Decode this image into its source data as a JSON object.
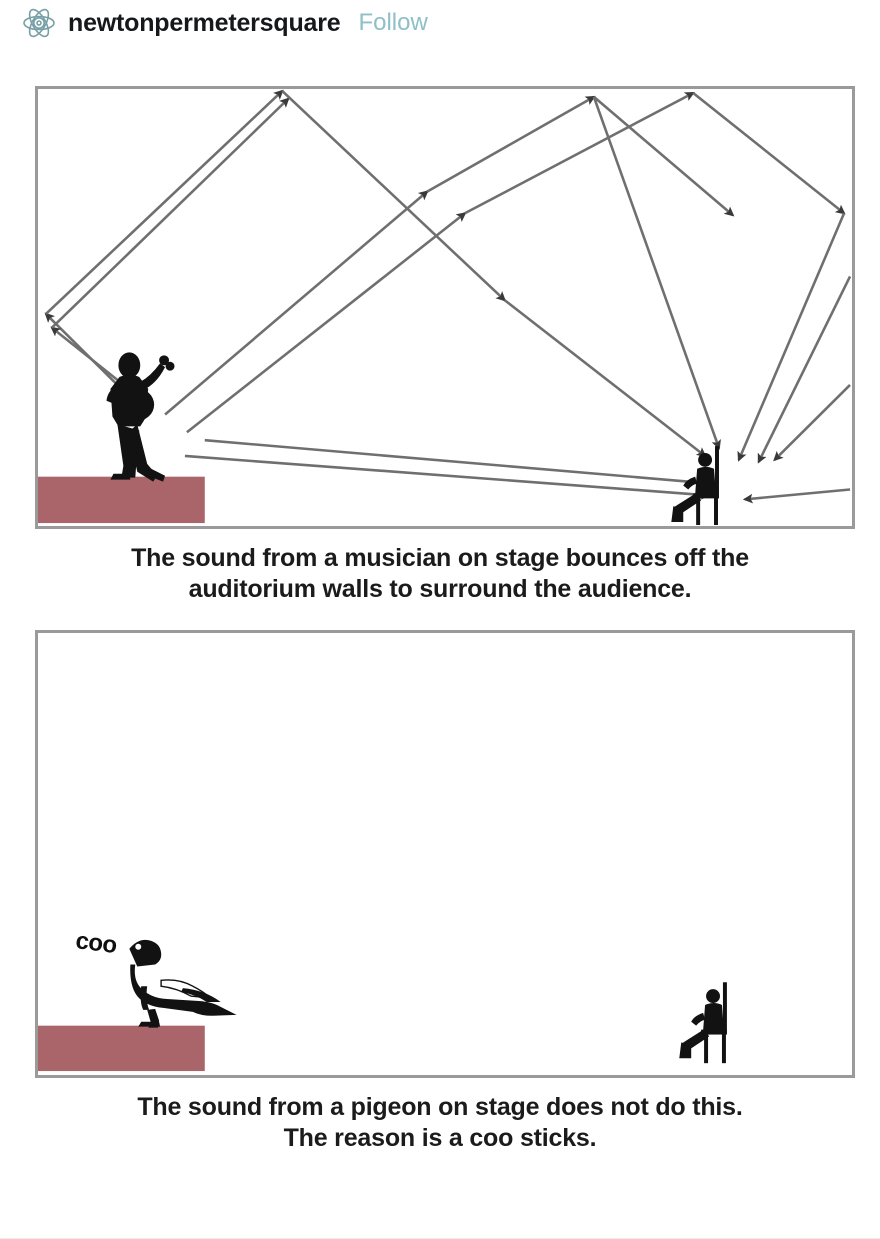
{
  "header": {
    "avatar_icon": "atom-icon",
    "blog_name": "newtonpermetersquare",
    "follow_label": "Follow",
    "follow_color": "#8ec0c6",
    "name_color": "#15181c"
  },
  "meme": {
    "panels": [
      {
        "id": "acoustics-diagram",
        "caption_line_1": "The sound from a musician on stage bounces off the",
        "caption_line_2": "auditorium walls to surround the audience.",
        "stage_color": "#a9656a",
        "frame_color": "#9a9a9a",
        "ray_color": "#6f6f6f",
        "figure_color": "#121212",
        "performer": "musician-with-guitar",
        "listener": "seated-audience-member",
        "ray_count": 12
      },
      {
        "id": "pigeon-diagram",
        "caption_line_1": "The sound from a pigeon on stage does not do this.",
        "caption_line_2": "The reason is a coo sticks.",
        "stage_color": "#a9656a",
        "frame_color": "#9a9a9a",
        "ray_color": "#6f6f6f",
        "figure_color": "#121212",
        "performer": "pigeon",
        "listener": "seated-audience-member",
        "sound_label": "coo",
        "ray_count": 0
      }
    ]
  }
}
